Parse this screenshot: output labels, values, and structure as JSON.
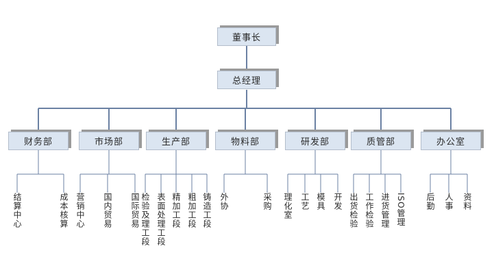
{
  "chart": {
    "type": "org-chart",
    "root": "董事长",
    "level2": "总经理",
    "departments": [
      {
        "label": "财务部",
        "children": [
          "结算中心",
          "成本核算"
        ]
      },
      {
        "label": "市场部",
        "children": [
          "营销中心",
          "国内贸易",
          "国际贸易"
        ]
      },
      {
        "label": "生产部",
        "children": [
          "检验及理工段",
          "表面处理工段",
          "精加工段",
          "粗加工段",
          "铸造工段"
        ]
      },
      {
        "label": "物料部",
        "children": [
          "外协",
          "采购"
        ]
      },
      {
        "label": "研发部",
        "children": [
          "理化室",
          "工艺",
          "模具",
          "开发"
        ]
      },
      {
        "label": "质管部",
        "children": [
          "出货检验",
          "工作检验",
          "进货管理",
          "ISO管理"
        ]
      },
      {
        "label": "办公室",
        "children": [
          "后勤",
          "人事",
          "资料"
        ]
      }
    ],
    "colors": {
      "box_fill": "#dbe5f1",
      "box_border": "#b3bdcb",
      "box_shadow": "#9a9a9a",
      "connector_line": "#6b81a3",
      "text": "#2b2b2b",
      "background": "#ffffff"
    }
  }
}
